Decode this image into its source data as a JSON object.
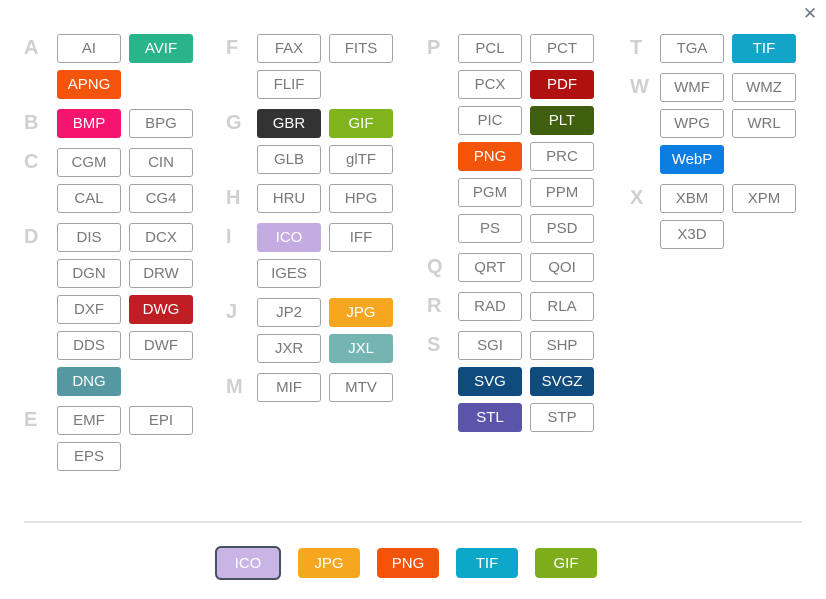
{
  "icons": {
    "close": "✕"
  },
  "palette": {
    "avif": "#29b48b",
    "apng": "#f4540b",
    "bmp": "#f6146e",
    "gbr": "#333333",
    "gif": "#80b41c",
    "ico": "#c4abe2",
    "dwg": "#bf1e24",
    "dng": "#5698a2",
    "jpg": "#f6a71f",
    "jxl": "#74b5b2",
    "pdf": "#b01010",
    "plt": "#41600f",
    "png": "#f25409",
    "svg": "#104b7d",
    "stl": "#5a55ab",
    "tif": "#12a5c9",
    "webp": "#0d7ee1"
  },
  "columns": [
    {
      "groups": [
        {
          "letter": "A",
          "rows": [
            [
              {
                "label": "AI"
              },
              {
                "label": "AVIF",
                "c": "avif"
              }
            ],
            [
              {
                "label": "APNG",
                "c": "apng"
              }
            ]
          ]
        },
        {
          "letter": "B",
          "rows": [
            [
              {
                "label": "BMP",
                "c": "bmp"
              },
              {
                "label": "BPG"
              }
            ]
          ]
        },
        {
          "letter": "C",
          "rows": [
            [
              {
                "label": "CGM"
              },
              {
                "label": "CIN"
              }
            ],
            [
              {
                "label": "CAL"
              },
              {
                "label": "CG4"
              }
            ]
          ]
        },
        {
          "letter": "D",
          "rows": [
            [
              {
                "label": "DIS"
              },
              {
                "label": "DCX"
              }
            ],
            [
              {
                "label": "DGN"
              },
              {
                "label": "DRW"
              }
            ],
            [
              {
                "label": "DXF"
              },
              {
                "label": "DWG",
                "c": "dwg"
              }
            ],
            [
              {
                "label": "DDS"
              },
              {
                "label": "DWF"
              }
            ],
            [
              {
                "label": "DNG",
                "c": "dng"
              }
            ]
          ]
        },
        {
          "letter": "E",
          "rows": [
            [
              {
                "label": "EMF"
              },
              {
                "label": "EPI"
              }
            ],
            [
              {
                "label": "EPS"
              }
            ]
          ]
        }
      ]
    },
    {
      "groups": [
        {
          "letter": "F",
          "rows": [
            [
              {
                "label": "FAX"
              },
              {
                "label": "FITS"
              }
            ],
            [
              {
                "label": "FLIF"
              }
            ]
          ]
        },
        {
          "letter": "G",
          "rows": [
            [
              {
                "label": "GBR",
                "c": "gbr"
              },
              {
                "label": "GIF",
                "c": "gif"
              }
            ],
            [
              {
                "label": "GLB"
              },
              {
                "label": "glTF"
              }
            ]
          ]
        },
        {
          "letter": "H",
          "rows": [
            [
              {
                "label": "HRU"
              },
              {
                "label": "HPG"
              }
            ]
          ]
        },
        {
          "letter": "I",
          "rows": [
            [
              {
                "label": "ICO",
                "c": "ico"
              },
              {
                "label": "IFF"
              }
            ],
            [
              {
                "label": "IGES"
              }
            ]
          ]
        },
        {
          "letter": "J",
          "rows": [
            [
              {
                "label": "JP2"
              },
              {
                "label": "JPG",
                "c": "jpg"
              }
            ],
            [
              {
                "label": "JXR"
              },
              {
                "label": "JXL",
                "c": "jxl"
              }
            ]
          ]
        },
        {
          "letter": "M",
          "rows": [
            [
              {
                "label": "MIF"
              },
              {
                "label": "MTV"
              }
            ]
          ]
        }
      ]
    },
    {
      "groups": [
        {
          "letter": "P",
          "rows": [
            [
              {
                "label": "PCL"
              },
              {
                "label": "PCT"
              }
            ],
            [
              {
                "label": "PCX"
              },
              {
                "label": "PDF",
                "c": "pdf"
              }
            ],
            [
              {
                "label": "PIC"
              },
              {
                "label": "PLT",
                "c": "plt"
              }
            ],
            [
              {
                "label": "PNG",
                "c": "png"
              },
              {
                "label": "PRC"
              }
            ],
            [
              {
                "label": "PGM"
              },
              {
                "label": "PPM"
              }
            ],
            [
              {
                "label": "PS"
              },
              {
                "label": "PSD"
              }
            ]
          ]
        },
        {
          "letter": "Q",
          "rows": [
            [
              {
                "label": "QRT"
              },
              {
                "label": "QOI"
              }
            ]
          ]
        },
        {
          "letter": "R",
          "rows": [
            [
              {
                "label": "RAD"
              },
              {
                "label": "RLA"
              }
            ]
          ]
        },
        {
          "letter": "S",
          "rows": [
            [
              {
                "label": "SGI"
              },
              {
                "label": "SHP"
              }
            ],
            [
              {
                "label": "SVG",
                "c": "svg"
              },
              {
                "label": "SVGZ",
                "c": "svg"
              }
            ],
            [
              {
                "label": "STL",
                "c": "stl"
              },
              {
                "label": "STP"
              }
            ]
          ]
        }
      ]
    },
    {
      "groups": [
        {
          "letter": "T",
          "rows": [
            [
              {
                "label": "TGA"
              },
              {
                "label": "TIF",
                "c": "tif"
              }
            ]
          ]
        },
        {
          "letter": "W",
          "rows": [
            [
              {
                "label": "WMF"
              },
              {
                "label": "WMZ"
              }
            ],
            [
              {
                "label": "WPG"
              },
              {
                "label": "WRL"
              }
            ],
            [
              {
                "label": "WebP",
                "c": "webp"
              }
            ]
          ]
        },
        {
          "letter": "X",
          "rows": [
            [
              {
                "label": "XBM"
              },
              {
                "label": "XPM"
              }
            ],
            [
              {
                "label": "X3D"
              }
            ]
          ]
        }
      ]
    }
  ],
  "footer": {
    "buttons": [
      {
        "label": "ICO",
        "color": "#c9b4e6",
        "selected": true
      },
      {
        "label": "JPG",
        "color": "#f6a71f",
        "selected": false
      },
      {
        "label": "PNG",
        "color": "#f25409",
        "selected": false
      },
      {
        "label": "TIF",
        "color": "#0ca7c9",
        "selected": false
      },
      {
        "label": "GIF",
        "color": "#7ead1b",
        "selected": false
      }
    ]
  }
}
